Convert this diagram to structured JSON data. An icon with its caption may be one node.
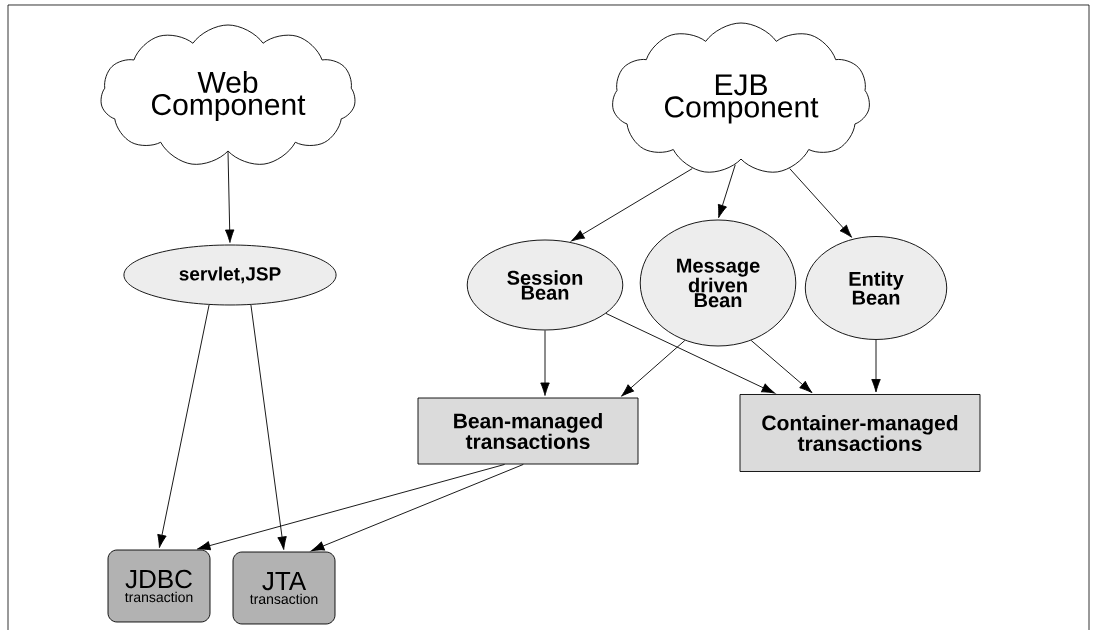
{
  "diagram": {
    "nodes": [
      {
        "text": [
          "Web Component"
        ]
      },
      {
        "text": [
          "EJB Component"
        ]
      },
      {
        "text": [
          "servlet,JSP"
        ]
      },
      {
        "text": [
          "Session Bean"
        ]
      },
      {
        "text": [
          "Message driven Bean"
        ]
      },
      {
        "text": [
          "Entity Bean"
        ]
      },
      {
        "text": [
          "Bean-managed transactions"
        ]
      },
      {
        "text": [
          "Container-managed transactions"
        ]
      },
      {
        "text": [
          "JDBC",
          "transaction"
        ]
      },
      {
        "text": [
          "JTA",
          "transaction"
        ]
      }
    ],
    "edges": [
      {
        "from": 0,
        "to": 2,
        "arrow": "to"
      },
      {
        "from": 1,
        "to": 3,
        "arrow": "to"
      },
      {
        "from": 1,
        "to": 4,
        "arrow": "to"
      },
      {
        "from": 1,
        "to": 5,
        "arrow": "to"
      },
      {
        "from": 3,
        "to": 6,
        "arrow": "to"
      },
      {
        "from": 3,
        "to": 7,
        "arrow": "to"
      },
      {
        "from": 4,
        "to": 6,
        "arrow": "to"
      },
      {
        "from": 4,
        "to": 7,
        "arrow": "to"
      },
      {
        "from": 5,
        "to": 7,
        "arrow": "to"
      },
      {
        "from": 2,
        "to": 8,
        "arrow": "to"
      },
      {
        "from": 2,
        "to": 9,
        "arrow": "to"
      },
      {
        "from": 6,
        "to": 8,
        "arrow": "to"
      },
      {
        "from": 6,
        "to": 9,
        "arrow": "to"
      }
    ]
  }
}
